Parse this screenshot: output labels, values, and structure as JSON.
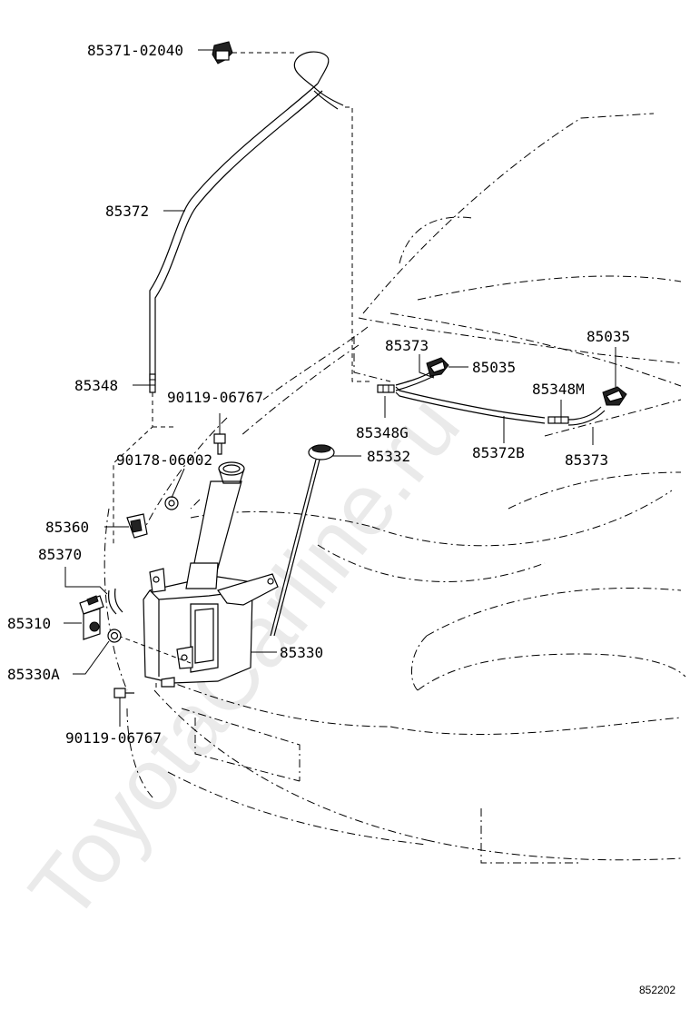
{
  "watermark": "ToyotaCarline.ru",
  "reference_number": "852202",
  "callouts": {
    "nozzle_rear": "85371-02040",
    "hose_main": "85372",
    "joint_lower": "85348",
    "bolt_upper": "90119-06767",
    "clip": "90178-06002",
    "bracket": "85360",
    "hose_short": "85370",
    "pump": "85310",
    "grommet": "85330A",
    "bolt_lower": "90119-06767",
    "tank": "85330",
    "filler_cap": "85332",
    "hose_front_left": "85373",
    "nozzle_front_left": "85035",
    "nozzle_front_right": "85035",
    "joint_m": "85348M",
    "joint_g": "85348G",
    "hose_b": "85372B",
    "hose_front_right": "85373"
  }
}
